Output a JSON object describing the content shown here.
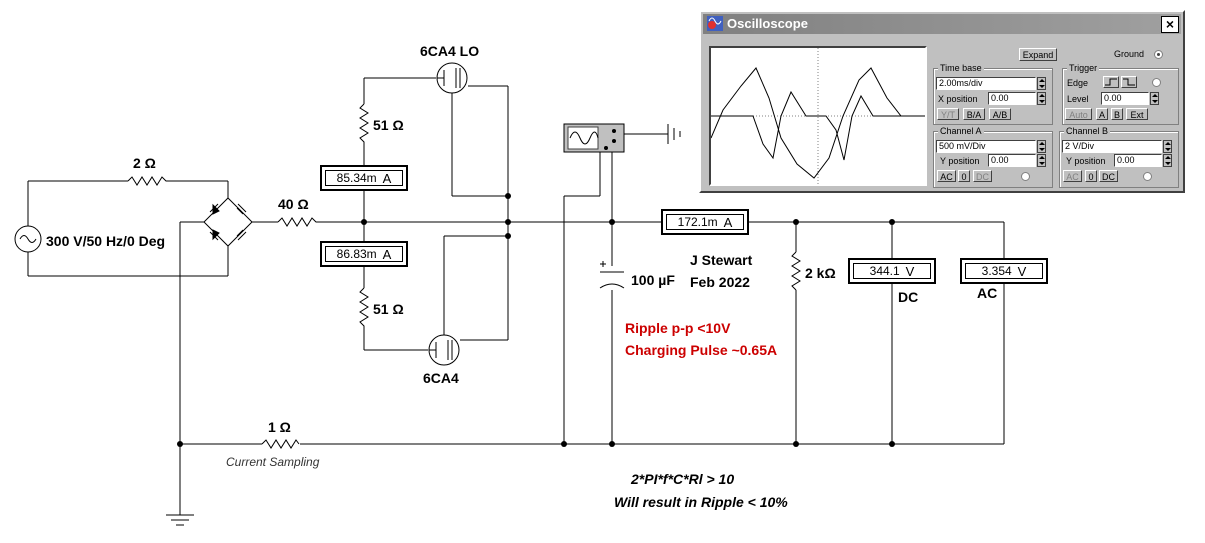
{
  "schematic": {
    "source_label": "300 V/50 Hz/0 Deg",
    "r_series_label": "2 Ω",
    "r_feed_label": "40 Ω",
    "r_top_label": "51 Ω",
    "r_bottom_label": "51 Ω",
    "tube_top_label": "6CA4 LO",
    "tube_bottom_label": "6CA4",
    "ammeter_top": {
      "value": "85.34m",
      "unit": "A"
    },
    "ammeter_bottom": {
      "value": "86.83m",
      "unit": "A"
    },
    "ammeter_load": {
      "value": "172.1m",
      "unit": "A"
    },
    "cap_label": "100 µF",
    "load_label": "2 kΩ",
    "voltmeter_dc": {
      "value": "344.1",
      "unit": "V",
      "label": "DC"
    },
    "voltmeter_ac": {
      "value": "3.354",
      "unit": "V",
      "label": "AC"
    },
    "sense_r_label": "1 Ω",
    "sense_caption": "Current Sampling",
    "author": "J Stewart",
    "date": "Feb 2022",
    "note_line1": "Ripple p-p <10V",
    "note_line2": "Charging Pulse ~0.65A",
    "formula_line1": "2*PI*f*C*Rl > 10",
    "formula_line2": "Will result in Ripple < 10%"
  },
  "oscilloscope": {
    "title": "Oscilloscope",
    "close_glyph": "×",
    "expand_label": "Expand",
    "ground_label": "Ground",
    "timebase": {
      "group_label": "Time base",
      "value": "2.00ms/div",
      "xpos_label": "X position",
      "xpos_value": "0.00",
      "modes": [
        "Y/T",
        "B/A",
        "A/B"
      ]
    },
    "trigger": {
      "group_label": "Trigger",
      "edge_label": "Edge",
      "level_label": "Level",
      "level_value": "0.00",
      "buttons": [
        "Auto",
        "A",
        "B",
        "Ext"
      ]
    },
    "channel_a": {
      "group_label": "Channel A",
      "scale": "500 mV/Div",
      "ypos_label": "Y position",
      "ypos_value": "0.00",
      "coupling": [
        "AC",
        "0",
        "DC"
      ]
    },
    "channel_b": {
      "group_label": "Channel B",
      "scale": "2  V/Div",
      "ypos_label": "Y position",
      "ypos_value": "0.00",
      "coupling": [
        "AC",
        "0",
        "DC"
      ]
    }
  },
  "colors": {
    "note": "#cc0000",
    "wire": "#000000",
    "window_face": "#c0c0c0"
  }
}
